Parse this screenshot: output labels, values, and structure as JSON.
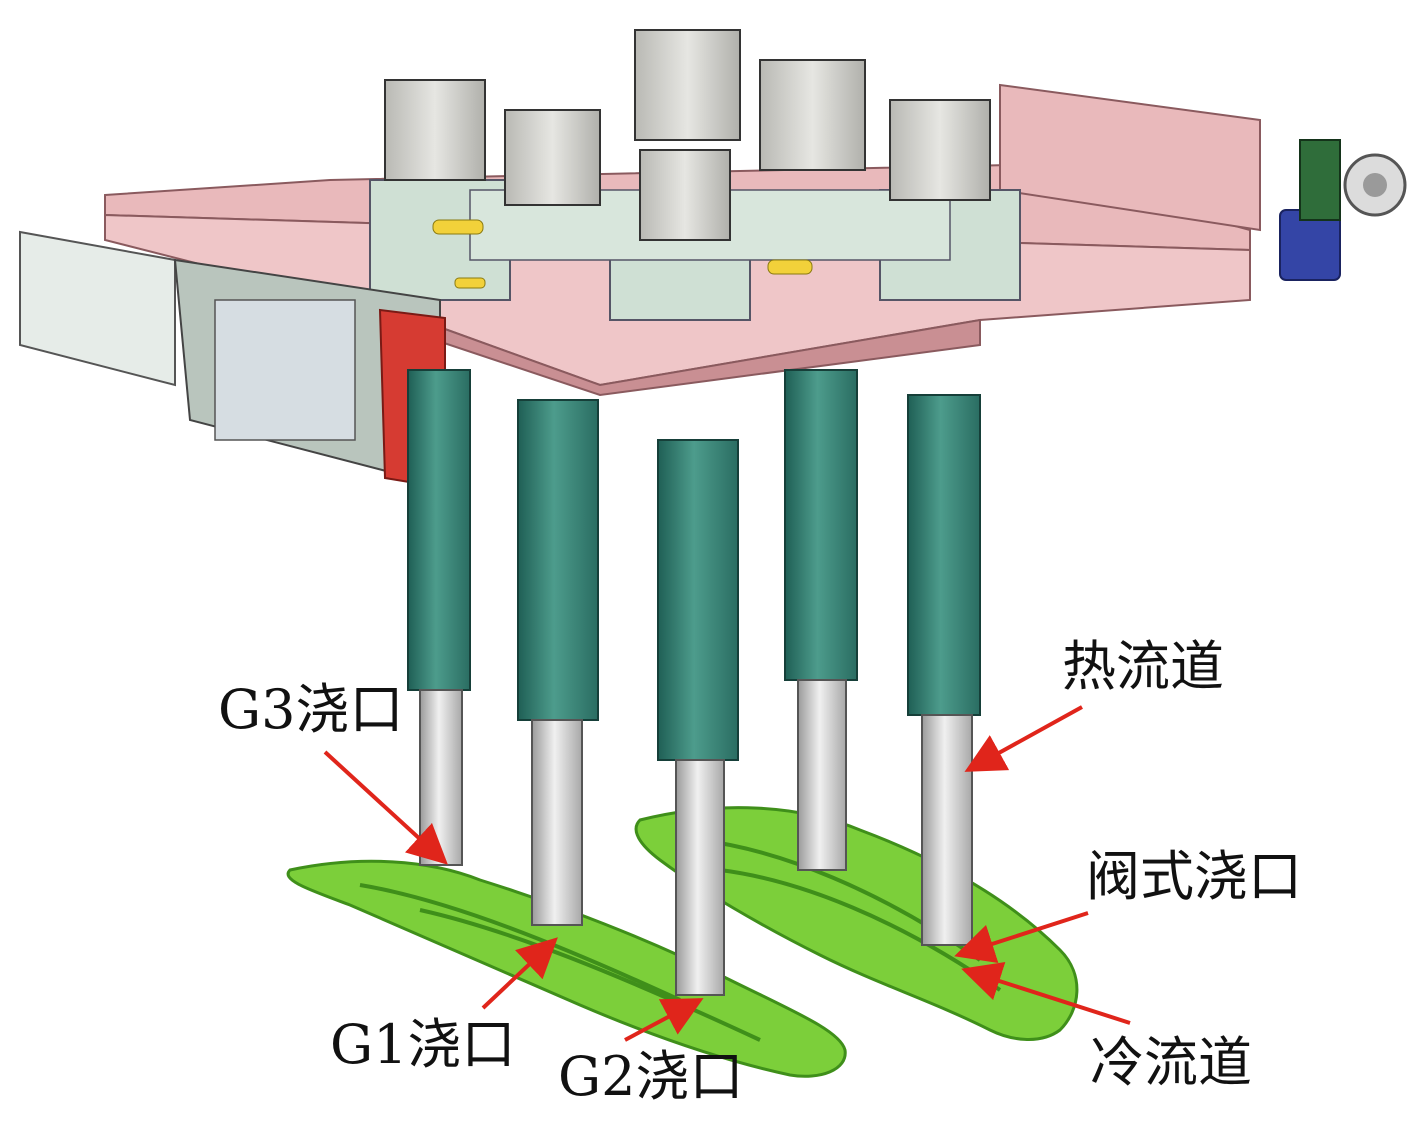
{
  "labels": {
    "g3": "G3浇口",
    "g1": "G1浇口",
    "g2": "G2浇口",
    "hot_runner": "热流道",
    "valve_gate": "阀式浇口",
    "cold_runner": "冷流道"
  },
  "colors": {
    "frame": "#e9b9bb",
    "frame_dark": "#c98f93",
    "base_block": "#cfe0d4",
    "valve_body": "#d4d4d0",
    "nozzle_sleeve": "#3d8a7c",
    "nozzle_steel": "#cfcfcf",
    "part": "#7ccf3a",
    "part_dark": "#3f8f1a",
    "connector": "#d63b32",
    "side_plate": "#e6ece8",
    "blue_valve": "#3445a6",
    "arrow": "#e0251b",
    "text": "#111111"
  }
}
